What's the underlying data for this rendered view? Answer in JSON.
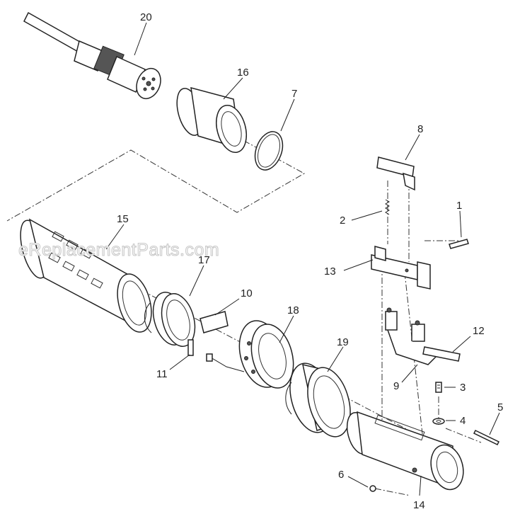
{
  "watermark": "eReplacementParts.com",
  "callouts": {
    "p1": "1",
    "p2": "2",
    "p3": "3",
    "p4": "4",
    "p5": "5",
    "p6": "6",
    "p7": "7",
    "p8": "8",
    "p9": "9",
    "p10": "10",
    "p11": "11",
    "p12": "12",
    "p13": "13",
    "p14": "14",
    "p15": "15",
    "p16": "16",
    "p17": "17",
    "p18": "18",
    "p19": "19",
    "p20": "20"
  }
}
